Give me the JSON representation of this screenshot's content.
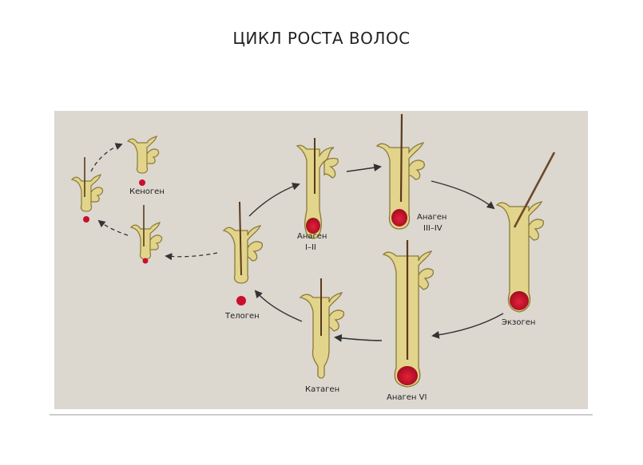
{
  "title": "ЦИКЛ РОСТА ВОЛОС",
  "labels": {
    "kenogen": "Кеноген",
    "anagen_1_2": "Анаген",
    "anagen_1_2_sub": "I–II",
    "anagen_3_4": "Анаген",
    "anagen_3_4_sub": "III–IV",
    "exogen": "Экзоген",
    "anagen_6": "Анаген VI",
    "catagen": "Катаген",
    "telogen": "Телоген"
  },
  "colors": {
    "background_paper": "#dcd7cf",
    "follicle_fill": "#e2d48a",
    "follicle_stroke": "#8a7a3a",
    "bulb": "#c8102e",
    "arrow": "#333333"
  }
}
